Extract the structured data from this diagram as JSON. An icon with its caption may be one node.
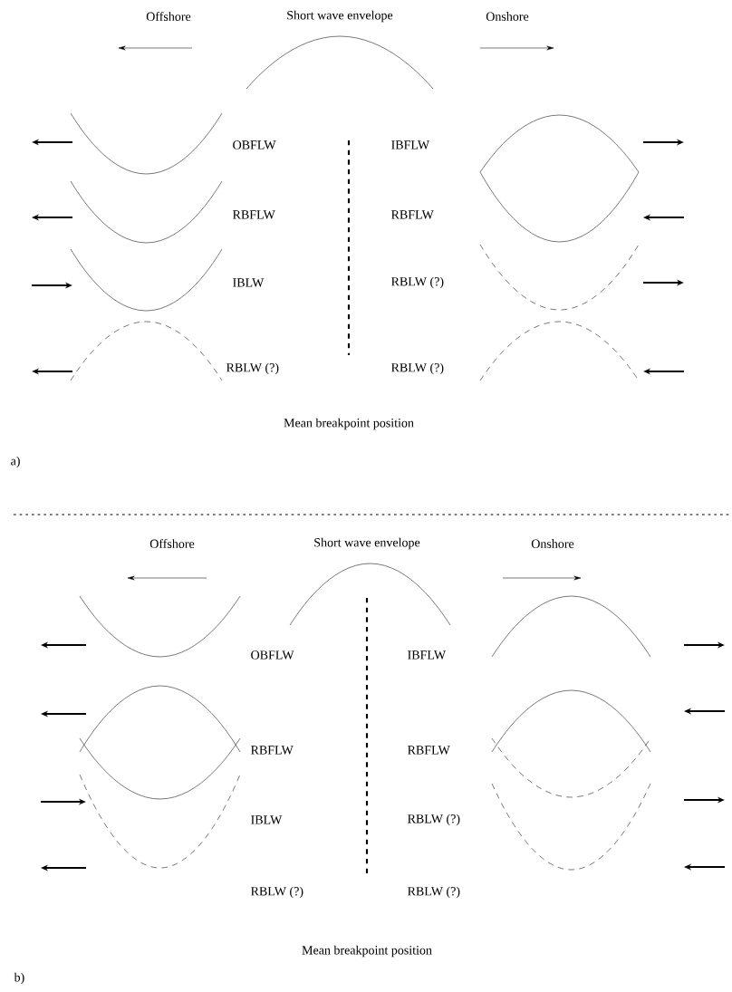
{
  "diagram": {
    "labels": [
      "Offshore",
      "Short wave envelope",
      "Onshore",
      "OBFLW",
      "IBFLW",
      "RBFLW",
      "RBFLW",
      "IBLW",
      "RBLW (?)",
      "RBLW (?)",
      "RBLW (?)",
      "Mean breakpoint position",
      "a)",
      "Offshore",
      "Short wave envelope",
      "Onshore",
      "OBFLW",
      "IBFLW",
      "RBFLW",
      "RBFLW",
      "IBLW",
      "RBLW (?)",
      "RBLW (?)",
      "RBLW (?)",
      "Mean breakpoint position",
      "b)"
    ]
  }
}
